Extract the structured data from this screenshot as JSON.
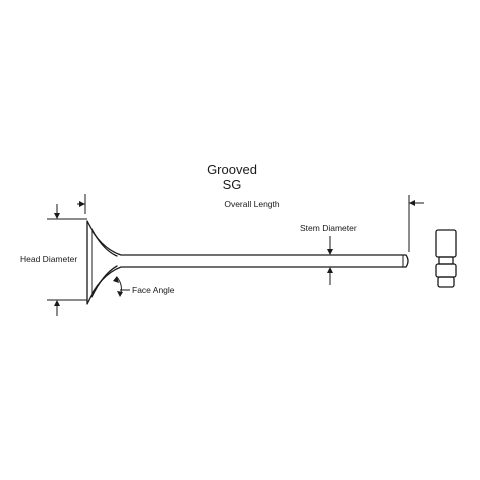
{
  "title": {
    "line1": "Grooved",
    "line2": "SG"
  },
  "labels": {
    "overall_length": "Overall Length",
    "stem_diameter": "Stem Diameter",
    "head_diameter": "Head Diameter",
    "face_angle": "Face Angle"
  },
  "colors": {
    "line": "#1a1a1a",
    "background": "#ffffff"
  }
}
